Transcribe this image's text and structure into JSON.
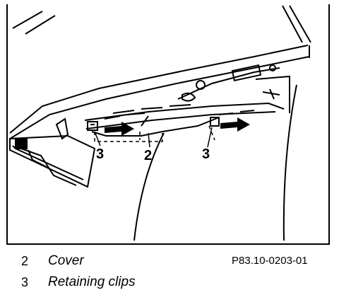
{
  "callouts": {
    "c1": "3",
    "c2": "2",
    "c3": "3"
  },
  "legend": [
    {
      "num": "2",
      "text": "Cover"
    },
    {
      "num": "3",
      "text": "Retaining clips"
    }
  ],
  "figure_ref": "P83.10-0203-01"
}
